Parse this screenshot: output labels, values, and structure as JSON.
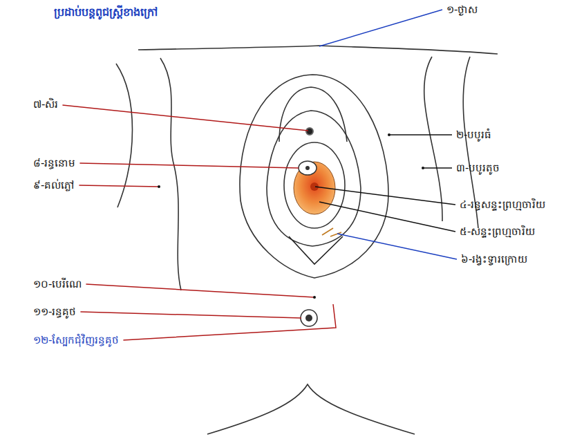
{
  "diagram": {
    "title": "ប្រដាប់បន្តពូជស្ត្រីខាងក្រៅ",
    "labels": [
      "១-ថ្ងាស",
      "២-បបូរធំ",
      "៣-បបូរតូច",
      "៤-រន្ធសន្ទះព្រហ្មចារិយ",
      "៥-សន្ទះព្រហ្មចារិយ",
      "៦-រង្វះទ្វារក្រោយ",
      "៧-សិរ",
      "៨-រន្ធនោម",
      "៩-គល់ភ្លៅ",
      "១០-បេរីណេ",
      "១១-រន្ធគូថ",
      "១២-ស្បែកជុំវិញរន្ធគូថ"
    ]
  }
}
